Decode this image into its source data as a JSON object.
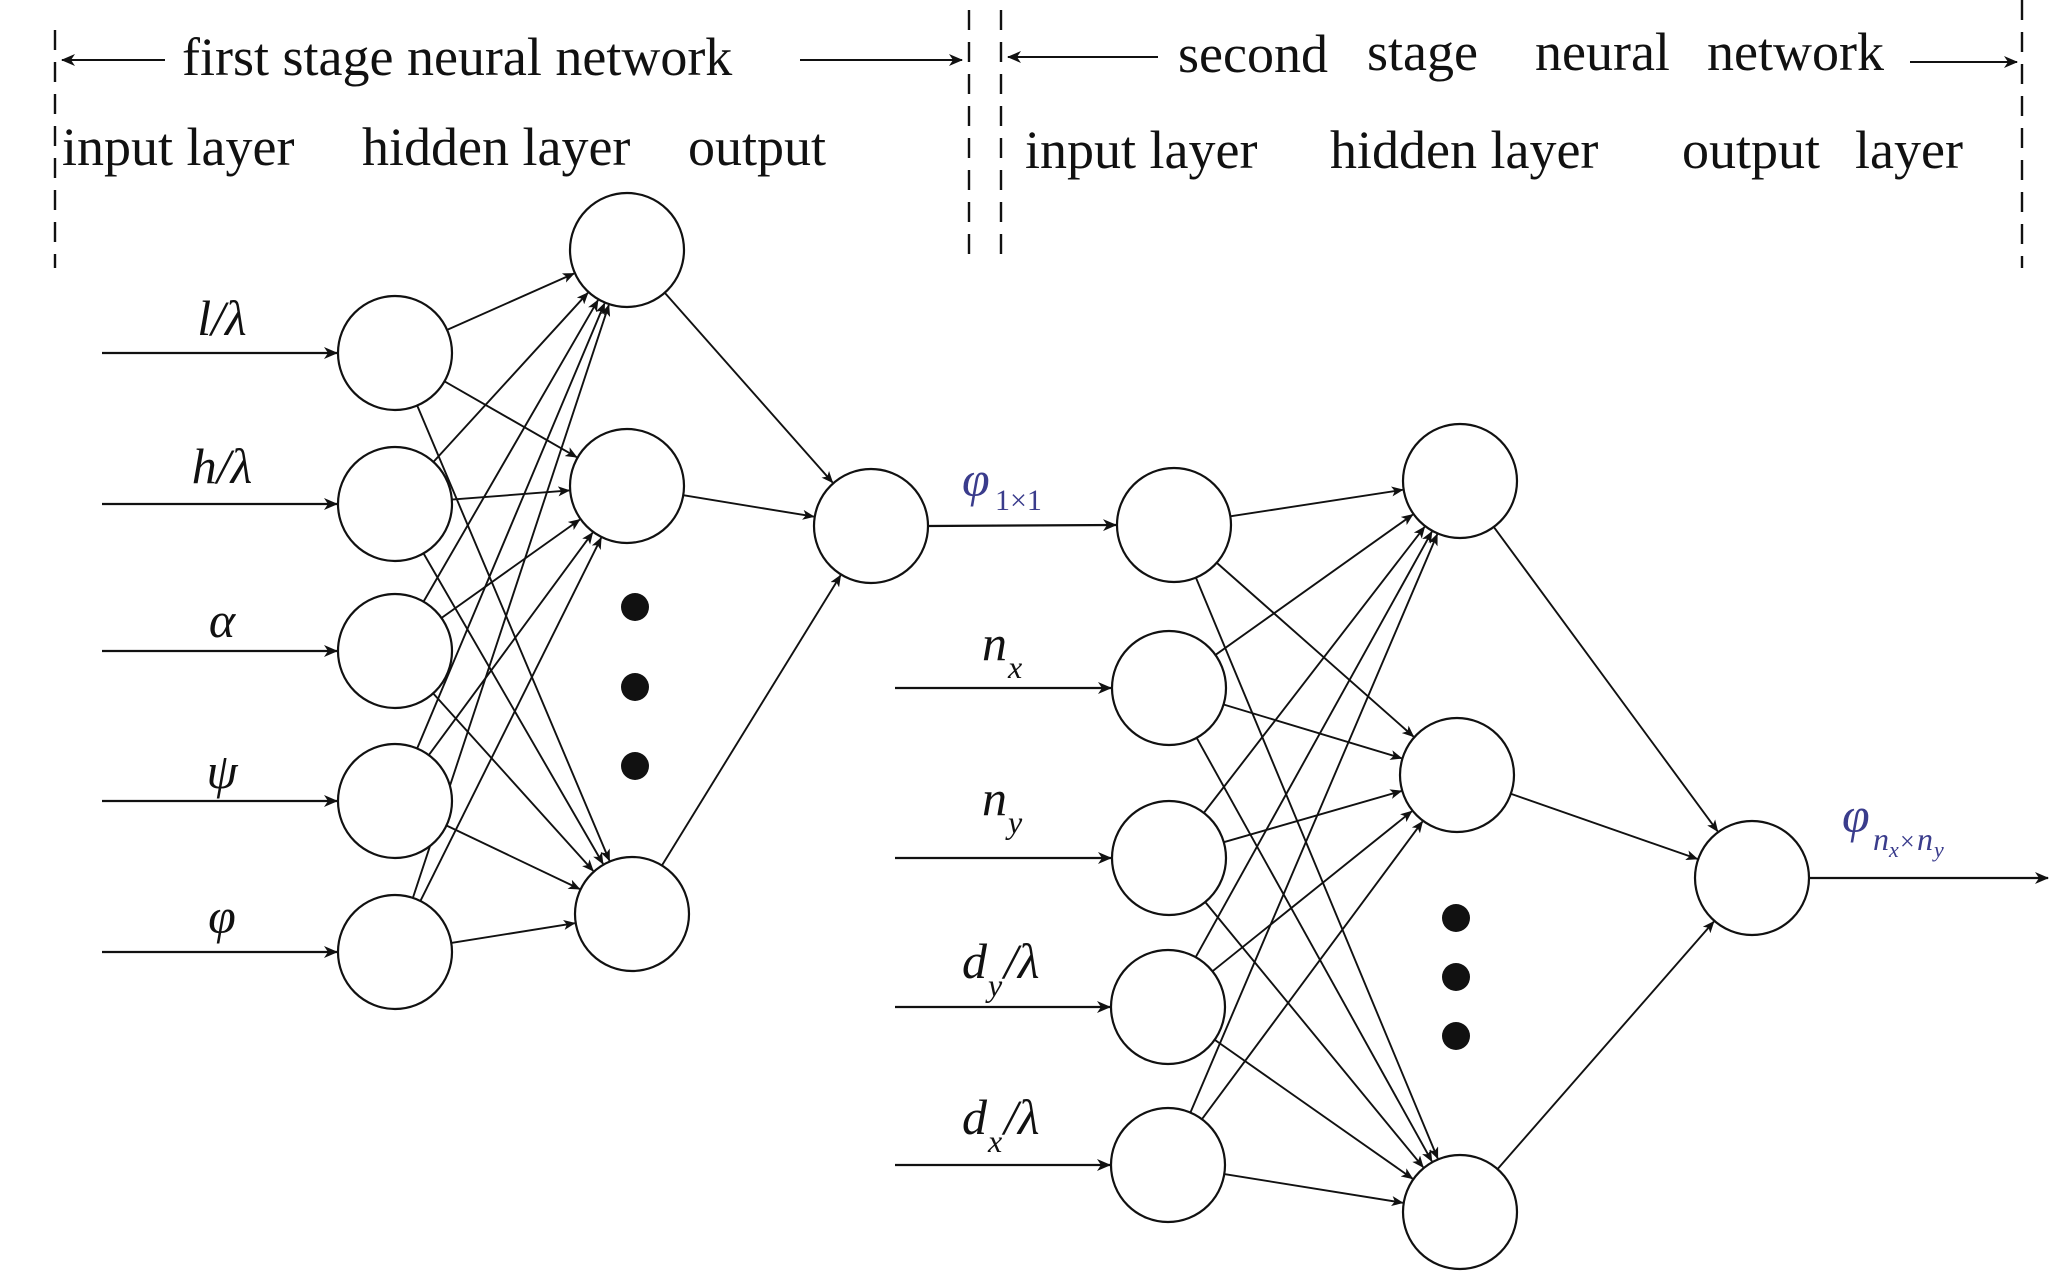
{
  "header": {
    "stage1_title": "first stage neural network",
    "stage2_title_word1": "second",
    "stage2_title_word2": "stage",
    "stage2_title_word3": "neural",
    "stage2_title_word4": "network",
    "stage1_layers": [
      "input layer",
      "hidden layer",
      "output"
    ],
    "stage2_layers": [
      "input layer",
      "hidden layer",
      "output",
      "layer"
    ]
  },
  "stage1": {
    "inputs": [
      {
        "base": "l/λ",
        "sub": ""
      },
      {
        "base": "h/λ",
        "sub": ""
      },
      {
        "base": "α",
        "sub": ""
      },
      {
        "base": "ψ",
        "sub": ""
      },
      {
        "base": "φ",
        "sub": ""
      }
    ]
  },
  "stage2": {
    "link_label": {
      "base": "φ",
      "sub": "1×1"
    },
    "inputs": [
      {
        "base": "n",
        "sub": "x",
        "tail": ""
      },
      {
        "base": "n",
        "sub": "y",
        "tail": ""
      },
      {
        "base": "d",
        "sub": "y",
        "tail": "/λ"
      },
      {
        "base": "d",
        "sub": "x",
        "tail": "/λ"
      }
    ],
    "output_label": {
      "base": "φ",
      "sub_a": "n",
      "sub_a_sub": "x",
      "times": "×",
      "sub_b": "n",
      "sub_b_sub": "y"
    }
  },
  "colors": {
    "ink": "#111111",
    "label_blue": "#3a3c8c"
  }
}
